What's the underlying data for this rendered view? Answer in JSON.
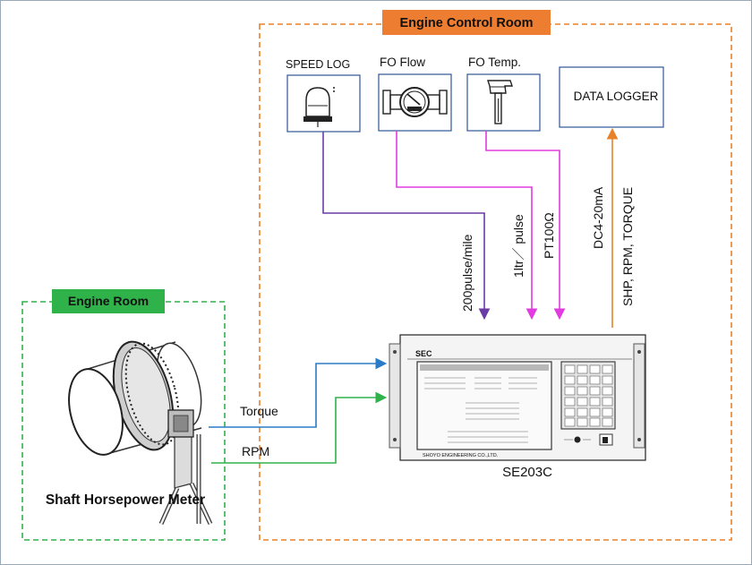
{
  "zones": {
    "control_room": "Engine Control Room",
    "engine_room": "Engine Room"
  },
  "sensors": {
    "speed_log": "SPEED LOG",
    "fo_flow": "FO Flow",
    "fo_temp": "FO Temp.",
    "data_logger": "DATA LOGGER"
  },
  "signals": {
    "speed": "200pulse/mile",
    "flow": "1ltr／ pulse",
    "temp": "PT100Ω",
    "logger_top": "DC4-20mA",
    "logger_bottom": "SHP, RPM, TORQUE",
    "torque": "Torque",
    "rpm": "RPM"
  },
  "device": {
    "brand": "SEC",
    "maker": "SHOYO ENGINEERING CO.,LTD.",
    "model": "SE203C"
  },
  "shaft_meter": "Shaft Horsepower Meter",
  "colors": {
    "orange": "#e8822a",
    "green": "#2fb24a",
    "purple": "#6a3aa6",
    "magenta": "#e23be0",
    "blue": "#2a7bc7",
    "sensor_border": "#2f5597"
  }
}
